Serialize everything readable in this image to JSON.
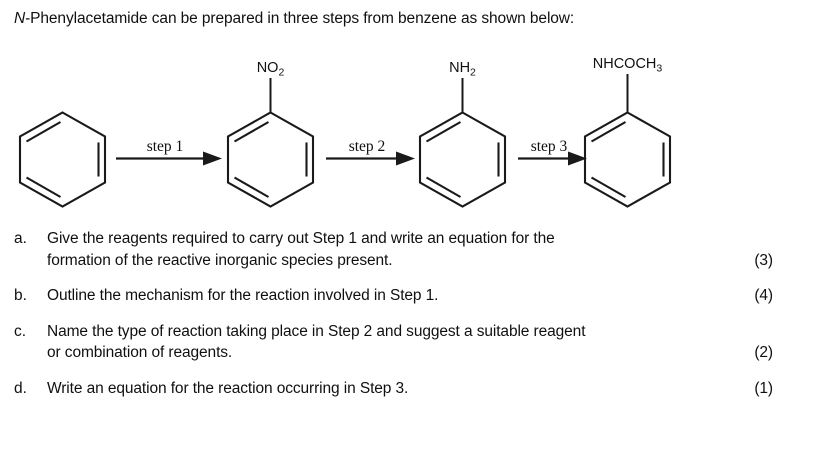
{
  "page": {
    "background": "#ffffff",
    "ink": "#101010"
  },
  "intro": {
    "italic_prefix": "N",
    "text": "-Phenylacetamide can be prepared in three steps from benzene as shown below:"
  },
  "scheme": {
    "type": "reaction-scheme",
    "molecules": [
      {
        "id": "benzene",
        "name": "benzene",
        "substituent": ""
      },
      {
        "id": "nitrobenzene",
        "name": "nitrobenzene",
        "substituent": "NO2",
        "substituent_base": "NO",
        "substituent_sub": "2"
      },
      {
        "id": "phenylamine",
        "name": "phenylamine",
        "substituent": "NH2",
        "substituent_base": "NH",
        "substituent_sub": "2"
      },
      {
        "id": "phenylacetamide",
        "name": "N-phenylacetamide",
        "substituent": "NHCOCH3",
        "substituent_base": "NHCOCH",
        "substituent_sub": "3"
      }
    ],
    "arrows": [
      {
        "id": "arrow-step-1",
        "label": "step 1"
      },
      {
        "id": "arrow-step-2",
        "label": "step 2"
      },
      {
        "id": "arrow-step-3",
        "label": "step 3"
      }
    ]
  },
  "questions": [
    {
      "marker": "a.",
      "lines": [
        "Give the reagents required to carry out Step 1 and write an equation for the",
        "formation of the reactive inorganic species present."
      ],
      "marks": "(3)",
      "marks_on_line": 1
    },
    {
      "marker": "b.",
      "lines": [
        "Outline the mechanism for the reaction involved in Step 1."
      ],
      "marks": "(4)",
      "marks_on_line": 0
    },
    {
      "marker": "c.",
      "lines": [
        "Name the type of reaction taking place in Step 2 and suggest a suitable reagent",
        "or combination of reagents."
      ],
      "marks": "(2)",
      "marks_on_line": 1
    },
    {
      "marker": "d.",
      "lines": [
        "Write an equation for the reaction occurring in Step 3."
      ],
      "marks": "(1)",
      "marks_on_line": 0
    }
  ]
}
